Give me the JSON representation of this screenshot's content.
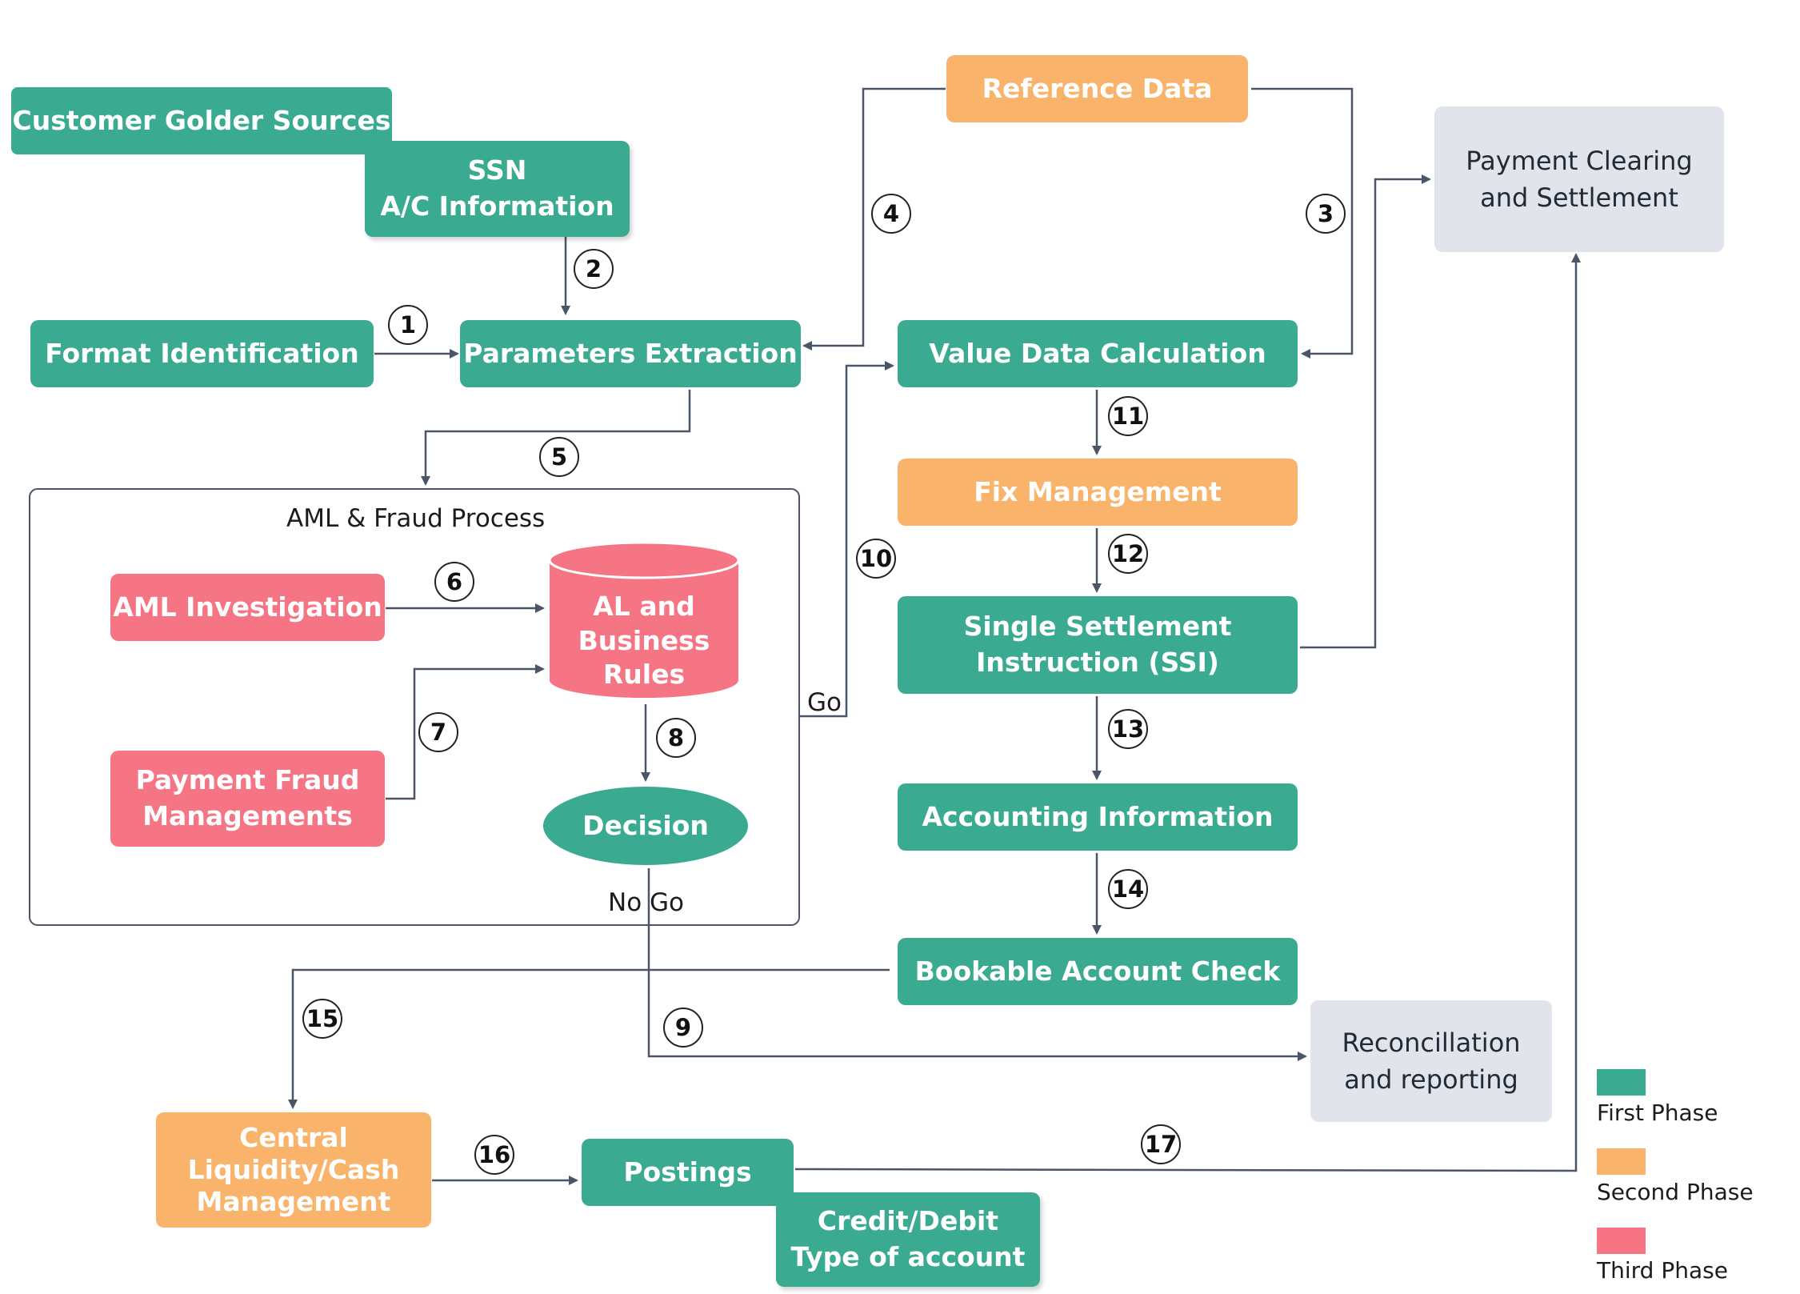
{
  "nodes": {
    "customer_golder_sources": "Customer Golder Sources",
    "ssn_line1": "SSN",
    "ssn_line2": "A/C Information",
    "format_identification": "Format Identification",
    "parameters_extraction": "Parameters Extraction",
    "reference_data": "Reference Data",
    "payment_clearing_line1": "Payment Clearing",
    "payment_clearing_line2": "and Settlement",
    "value_data_calculation": "Value Data Calculation",
    "fix_management": "Fix Management",
    "ssi_line1": "Single Settlement",
    "ssi_line2": "Instruction (SSI)",
    "accounting_information": "Accounting Information",
    "bookable_account_check": "Bookable Account Check",
    "reconcillation_line1": "Reconcillation",
    "reconcillation_line2": "and reporting",
    "central_line1": "Central",
    "central_line2": "Liquidity/Cash",
    "central_line3": "Management",
    "postings": "Postings",
    "credit_debit_line1": "Credit/Debit",
    "credit_debit_line2": "Type of account",
    "aml_investigation": "AML Investigation",
    "payment_fraud_line1": "Payment Fraud",
    "payment_fraud_line2": "Managements",
    "rules_line1": "AL and",
    "rules_line2": "Business",
    "rules_line3": "Rules",
    "decision": "Decision"
  },
  "group": {
    "aml_fraud_title": "AML & Fraud Process"
  },
  "edge_labels": {
    "go": "Go",
    "no_go": "No  Go"
  },
  "steps": [
    "1",
    "2",
    "3",
    "4",
    "5",
    "6",
    "7",
    "8",
    "9",
    "10",
    "11",
    "12",
    "13",
    "14",
    "15",
    "16",
    "17"
  ],
  "legend": {
    "first": "First Phase",
    "second": "Second Phase",
    "third": "Third Phase"
  },
  "colors": {
    "first_phase": "#3aab91",
    "second_phase": "#f9b36a",
    "third_phase": "#f57585",
    "neutral": "#e1e4ea",
    "connector": "#4a5568"
  }
}
